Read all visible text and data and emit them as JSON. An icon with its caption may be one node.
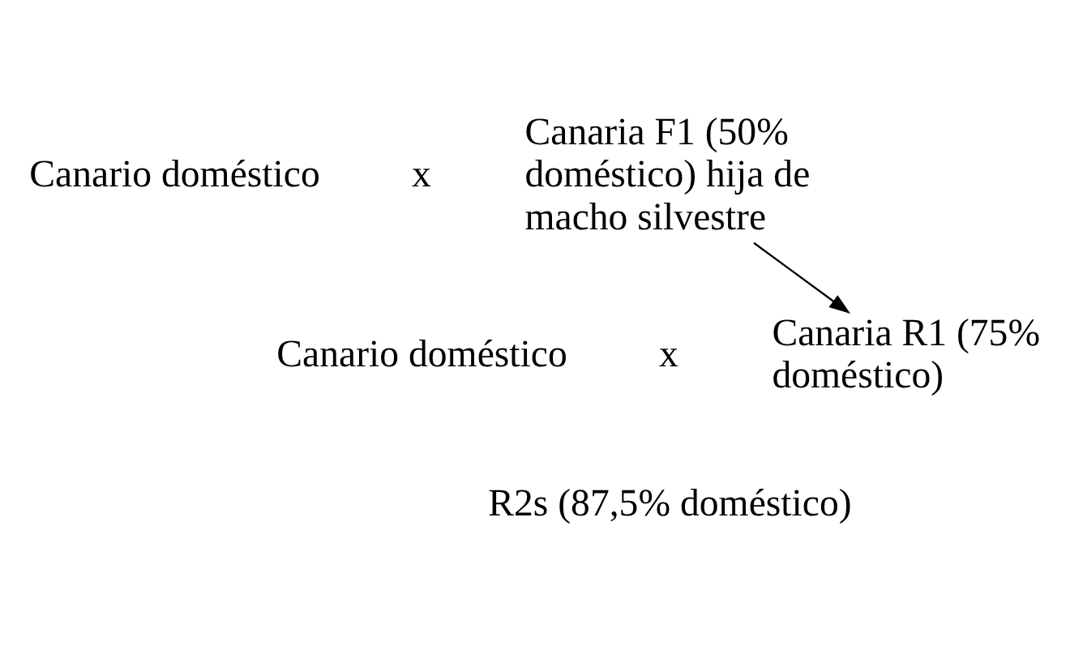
{
  "diagram": {
    "nodes": [
      {
        "text": [
          "Canario doméstico"
        ]
      },
      {
        "text": [
          "Canaria F1 (50% doméstico) hija de macho silvestre"
        ]
      },
      {
        "text": [
          "Canario doméstico"
        ]
      },
      {
        "text": [
          "Canaria R1 (75% doméstico)"
        ]
      },
      {
        "text": [
          "R2s (87,5% doméstico)"
        ]
      }
    ],
    "edges": [
      {
        "from": 1,
        "to": 3,
        "arrow": "to"
      }
    ],
    "labels": [
      "x",
      "x"
    ]
  }
}
